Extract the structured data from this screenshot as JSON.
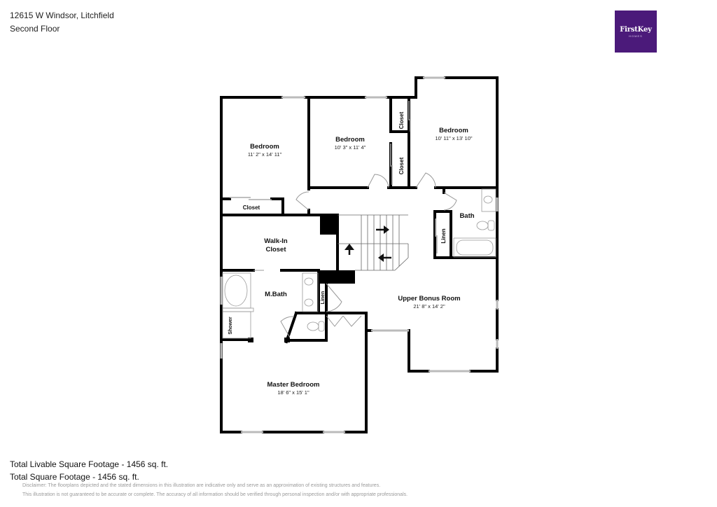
{
  "header": {
    "address": "12615 W Windsor, Litchfield",
    "floor": "Second Floor"
  },
  "logo": {
    "brand": "FirstKey",
    "sub": "HOMES",
    "color": "#4b1a7a"
  },
  "rooms": {
    "bedroom1": {
      "name": "Bedroom",
      "dims": "11' 2\" x 14' 11\""
    },
    "bedroom2": {
      "name": "Bedroom",
      "dims": "10' 3\" x 11' 4\""
    },
    "bedroom3": {
      "name": "Bedroom",
      "dims": "10' 11\" x 13' 10\""
    },
    "closet_b1": {
      "name": "Closet"
    },
    "closet_b2": {
      "name": "Closet"
    },
    "closet_b3": {
      "name": "Closet"
    },
    "walkin": {
      "name_line1": "Walk-In",
      "name_line2": "Closet"
    },
    "mbath": {
      "name": "M.Bath"
    },
    "shower": {
      "name": "Shower"
    },
    "linen1": {
      "name": "Linen"
    },
    "linen2": {
      "name": "Linen"
    },
    "bath": {
      "name": "Bath"
    },
    "bonus": {
      "name": "Upper Bonus Room",
      "dims": "21' 8\" x 14' 2\""
    },
    "master": {
      "name": "Master Bedroom",
      "dims": "18' 6\" x 15' 1\""
    }
  },
  "footer": {
    "livable": "Total Livable Square Footage - 1456 sq. ft.",
    "total": "Total Square Footage - 1456 sq. ft.",
    "disclaimer1": "Disclaimer: The floorplans depicted and the stated dimensions in this illustration are indicative only and serve as an approximation of existing structures and features.",
    "disclaimer2": "This illustration is not guaranteed to be accurate or complete. The accuracy of all information should be verified through personal inspection and/or with appropriate professionals."
  }
}
